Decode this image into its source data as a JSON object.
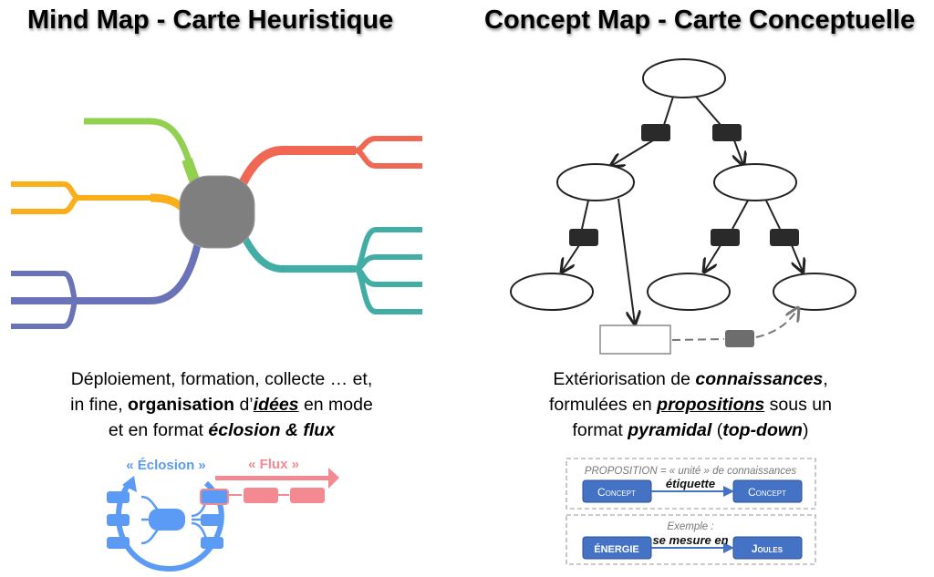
{
  "mind_map": {
    "title": "Mind Map - Carte Heuristique",
    "desc_line1": "Déploiement, formation, collecte … et,",
    "desc_line2_a": "in fine, ",
    "desc_line2_b": "organisation",
    "desc_line2_c": " d’",
    "desc_line2_d": "idées",
    "desc_line2_e": " en mode",
    "desc_line3_a": "et en format ",
    "desc_line3_b": "éclosion & flux",
    "eclosion_label": "« Éclosion »",
    "flux_label": "« Flux »",
    "colors": {
      "center": "#7f7f7f",
      "green": "#92d050",
      "yellow": "#f9ae1a",
      "red": "#f06754",
      "teal": "#42ada4",
      "purple": "#6a73b7",
      "eclosion": "#5b9bf5",
      "flux": "#f48a91"
    }
  },
  "concept_map": {
    "title": "Concept Map - Carte Conceptuelle",
    "desc_line1_a": "Extériorisation de ",
    "desc_line1_b": "connaissances",
    "desc_line1_c": ",",
    "desc_line2_a": "formulées en ",
    "desc_line2_b": "propositions",
    "desc_line2_c": " sous un",
    "desc_line3_a": "format ",
    "desc_line3_b": "pyramidal",
    "desc_line3_c": " (",
    "desc_line3_d": "top-down",
    "desc_line3_e": ")",
    "proposition_caption": "PROPOSITION = « unité » de connaissances",
    "concept_left": "Concept",
    "concept_right": "Concept",
    "link_label": "étiquette",
    "example_caption": "Exemple :",
    "example_left": "Énergie",
    "example_right": "Joules",
    "example_link": "se mesure en",
    "colors": {
      "box": "#4472c4",
      "link": "#2a2a2a"
    }
  }
}
